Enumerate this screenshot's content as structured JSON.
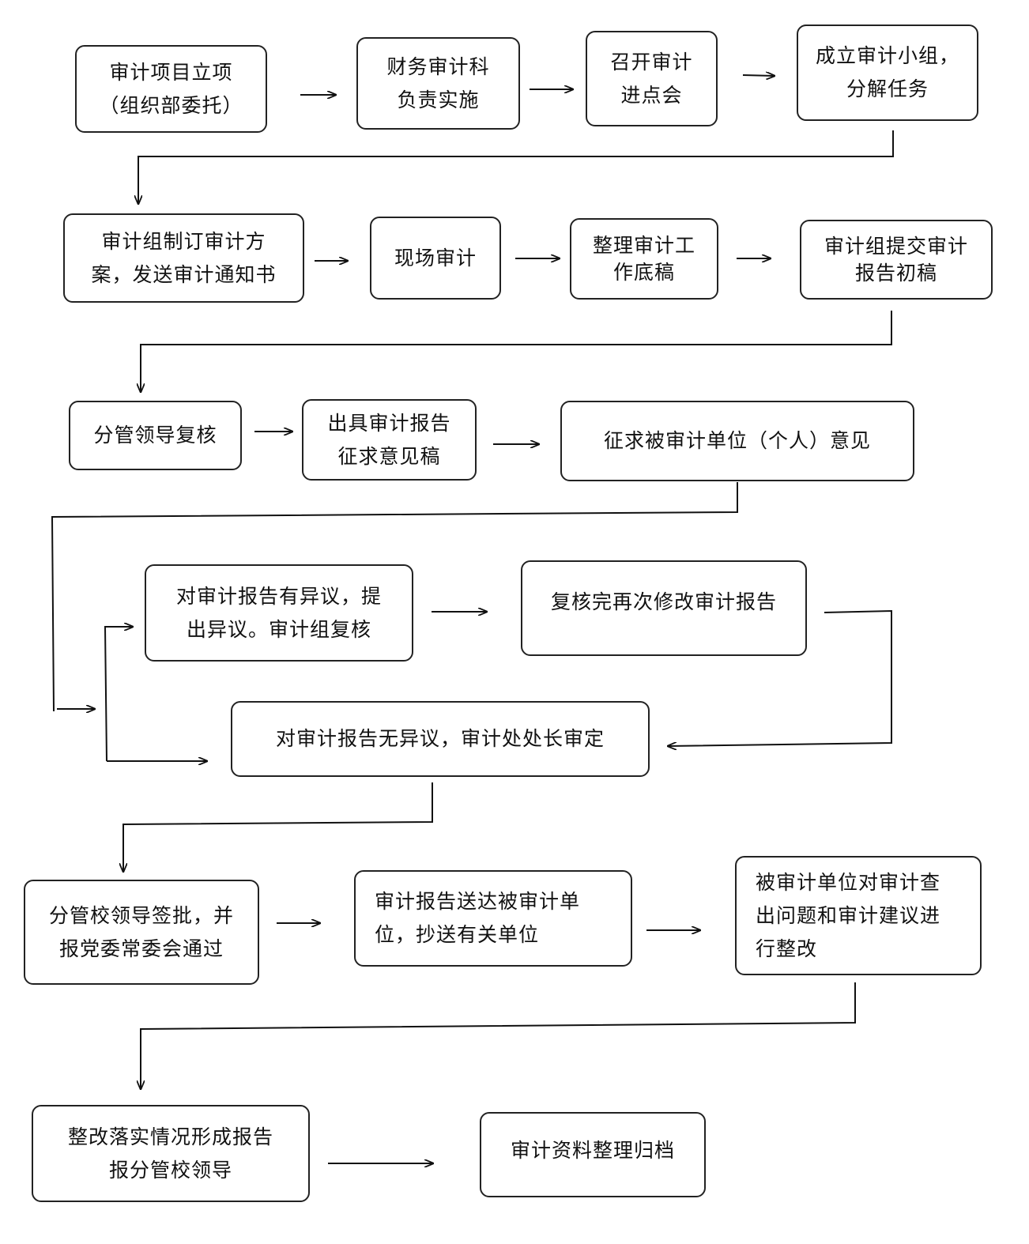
{
  "steps": [
    [
      "审计项目立项",
      "（组织部委托）"
    ],
    [
      "财务审计科",
      "负责实施"
    ],
    [
      "召开审计",
      "进点会"
    ],
    [
      "成立审计小组，",
      "分解任务"
    ],
    [
      "审计组制订审计方",
      "案，发送审计通知书"
    ],
    [
      "现场审计"
    ],
    [
      "整理审计工",
      "作底稿"
    ],
    [
      "审计组提交审计",
      "报告初稿"
    ],
    [
      "分管领导复核"
    ],
    [
      "出具审计报告",
      "征求意见稿"
    ],
    [
      "征求被审计单位（个人）意见"
    ],
    [
      "对审计报告有异议，提",
      "出异议。审计组复核"
    ],
    [
      "复核完再次修改审计报告"
    ],
    [
      "对审计报告无异议，审计处处长审定"
    ],
    [
      "分管校领导签批，并",
      "报党委常委会通过"
    ],
    [
      "审计报告送达被审计单",
      "位，抄送有关单位"
    ],
    [
      "被审计单位对审计查",
      "出问题和审计建议进",
      "行整改"
    ],
    [
      "整改落实情况形成报告",
      "报分管校领导"
    ],
    [
      "审计资料整理归档"
    ]
  ]
}
